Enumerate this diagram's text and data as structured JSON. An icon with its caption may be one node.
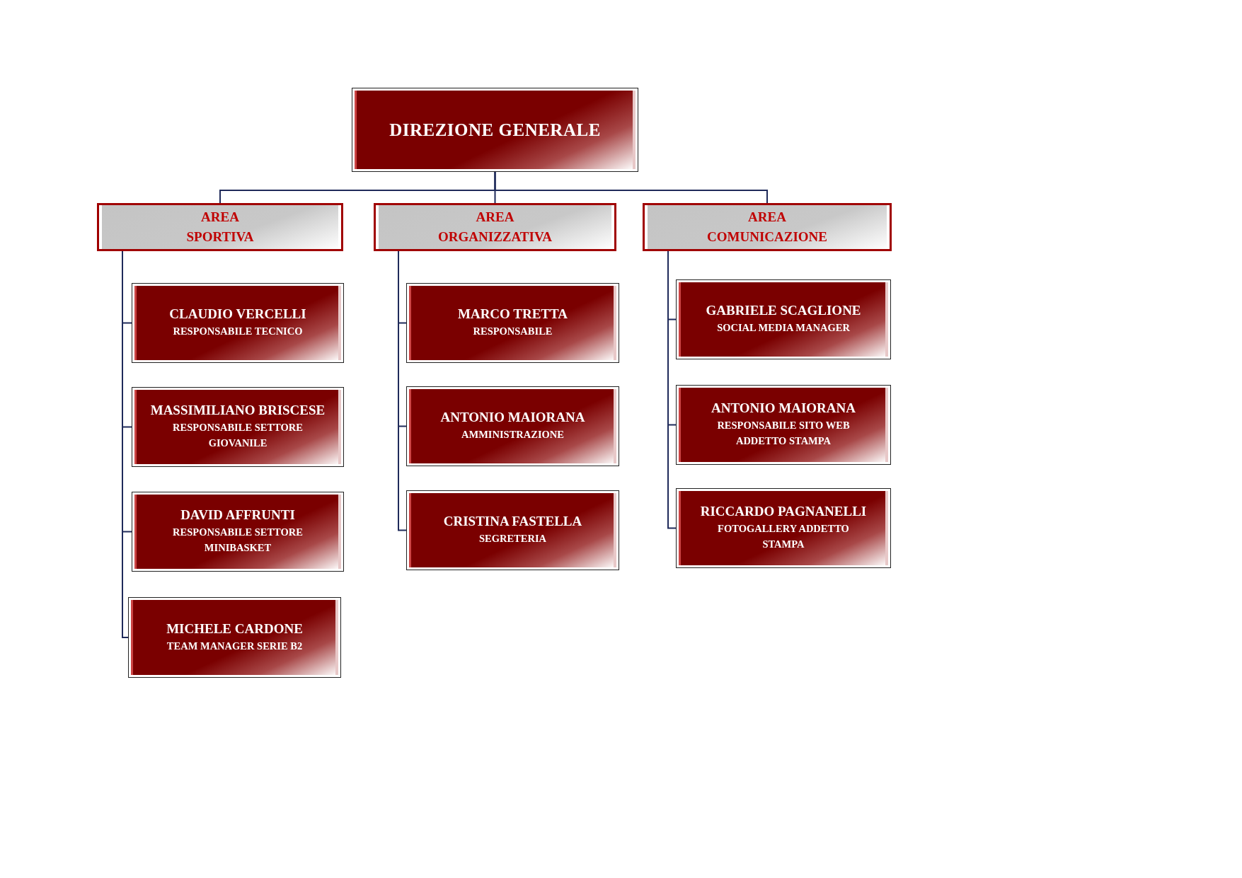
{
  "diagram": {
    "nodes": [
      {
        "text": [
          "DIREZIONE GENERALE"
        ]
      },
      {
        "text": [
          "AREA SPORTIVA"
        ]
      },
      {
        "text": [
          "AREA ORGANIZZATIVA"
        ]
      },
      {
        "text": [
          "AREA COMUNICAZIONE"
        ]
      },
      {
        "text": [
          "CLAUDIO VERCELLI",
          "RESPONSABILE TECNICO"
        ]
      },
      {
        "text": [
          "MASSIMILIANO BRISCESE",
          "RESPONSABILE SETTORE GIOVANILE"
        ]
      },
      {
        "text": [
          "DAVID AFFRUNTI",
          "RESPONSABILE SETTORE MINIBASKET"
        ]
      },
      {
        "text": [
          "MICHELE CARDONE",
          "TEAM MANAGER SERIE B2"
        ]
      },
      {
        "text": [
          "MARCO TRETTA",
          "RESPONSABILE"
        ]
      },
      {
        "text": [
          "ANTONIO MAIORANA",
          "AMMINISTRAZIONE"
        ]
      },
      {
        "text": [
          "CRISTINA FASTELLA",
          "SEGRETERIA"
        ]
      },
      {
        "text": [
          "GABRIELE SCAGLIONE",
          "SOCIAL MEDIA MANAGER"
        ]
      },
      {
        "text": [
          "ANTONIO MAIORANA",
          "RESPONSABILE SITO WEB ADDETTO STAMPA"
        ]
      },
      {
        "text": [
          "RICCARDO PAGNANELLI",
          "FOTOGALLERY ADDETTO STAMPA"
        ]
      }
    ],
    "edges": [
      {
        "from": 0,
        "to": 1,
        "arrow": "none"
      },
      {
        "from": 0,
        "to": 2,
        "arrow": "none"
      },
      {
        "from": 0,
        "to": 3,
        "arrow": "none"
      },
      {
        "from": 1,
        "to": 4,
        "arrow": "none"
      },
      {
        "from": 1,
        "to": 5,
        "arrow": "none"
      },
      {
        "from": 1,
        "to": 6,
        "arrow": "none"
      },
      {
        "from": 1,
        "to": 7,
        "arrow": "none"
      },
      {
        "from": 2,
        "to": 8,
        "arrow": "none"
      },
      {
        "from": 2,
        "to": 9,
        "arrow": "none"
      },
      {
        "from": 2,
        "to": 10,
        "arrow": "none"
      },
      {
        "from": 3,
        "to": 11,
        "arrow": "none"
      },
      {
        "from": 3,
        "to": 12,
        "arrow": "none"
      },
      {
        "from": 3,
        "to": 13,
        "arrow": "none"
      }
    ]
  }
}
